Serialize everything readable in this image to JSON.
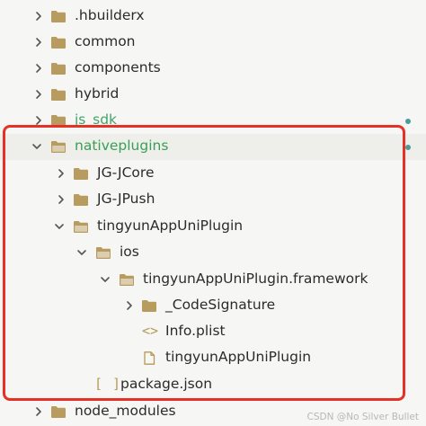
{
  "tree": {
    "items": [
      {
        "label": ".hbuilderx"
      },
      {
        "label": "common"
      },
      {
        "label": "components"
      },
      {
        "label": "hybrid"
      },
      {
        "label": "js_sdk"
      },
      {
        "label": "nativeplugins"
      },
      {
        "label": "JG-JCore"
      },
      {
        "label": "JG-JPush"
      },
      {
        "label": "tingyunAppUniPlugin"
      },
      {
        "label": "ios"
      },
      {
        "label": "tingyunAppUniPlugin.framework"
      },
      {
        "label": "_CodeSignature"
      },
      {
        "label": "Info.plist"
      },
      {
        "label": "tingyunAppUniPlugin"
      },
      {
        "label": "package.json"
      },
      {
        "label": "node_modules"
      }
    ]
  },
  "icons": {
    "code_glyph": "<>",
    "json_glyph": "[ ]"
  },
  "colors": {
    "folder": "#b89b5e",
    "accent_green": "#3aa056",
    "highlight_border": "#e53226",
    "marker": "#4a9c98"
  },
  "watermark": "CSDN @No Silver Bullet"
}
